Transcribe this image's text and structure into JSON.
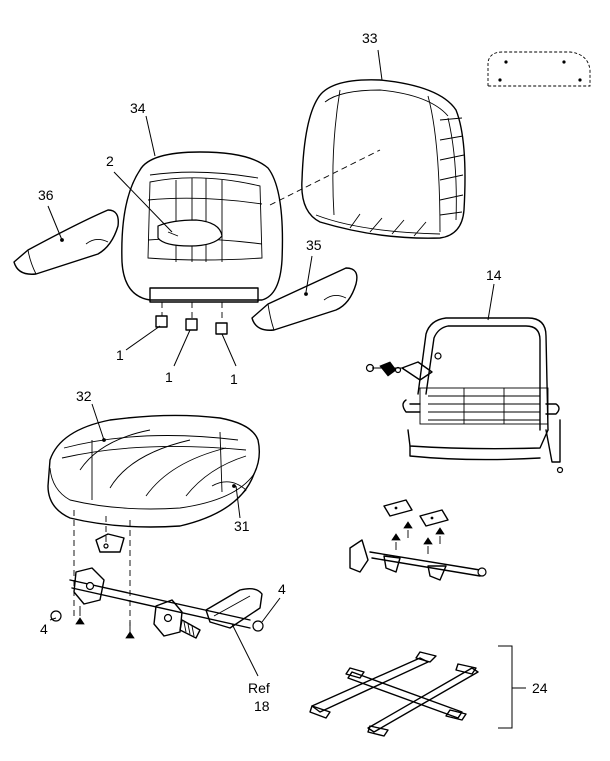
{
  "callouts": {
    "c33": "33",
    "c34": "34",
    "c2": "2",
    "c36": "36",
    "c35": "35",
    "c14": "14",
    "c1a": "1",
    "c1b": "1",
    "c1c": "1",
    "c32": "32",
    "c31": "31",
    "c4a": "4",
    "c4b": "4",
    "ref_line1": "Ref",
    "ref_line2": "18",
    "c24": "24"
  }
}
